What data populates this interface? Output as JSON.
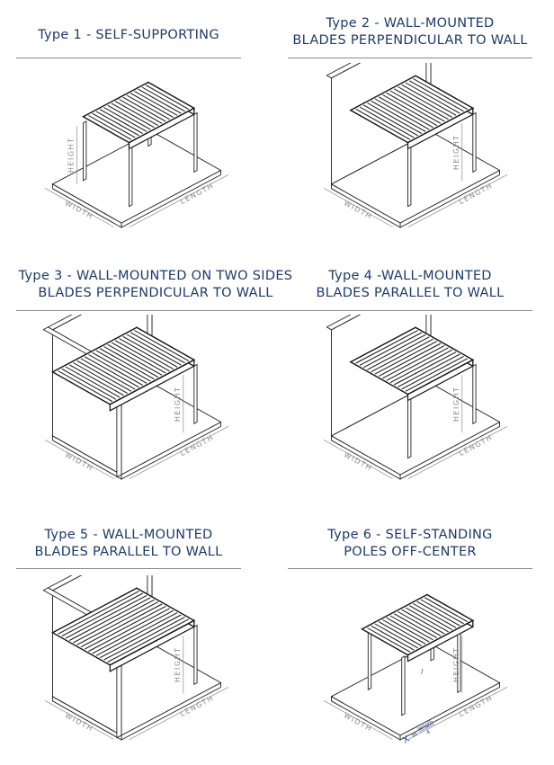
{
  "labels": {
    "height": "HEIGHT",
    "width": "WIDTH",
    "length": "LENGTH"
  },
  "panels": [
    {
      "title": [
        "Type 1 - SELF-SUPPORTING"
      ],
      "walls": "none",
      "slats": "perpendicular"
    },
    {
      "title": [
        "Type 2 - WALL-MOUNTED",
        "BLADES PERPENDICULAR TO WALL"
      ],
      "walls": "back",
      "slats": "perpendicular"
    },
    {
      "title": [
        "Type 3 - WALL-MOUNTED ON TWO SIDES",
        "BLADES PERPENDICULAR TO WALL"
      ],
      "walls": "back-left",
      "slats": "perpendicular"
    },
    {
      "title": [
        "Type 4 -WALL-MOUNTED",
        "BLADES PARALLEL TO WALL"
      ],
      "walls": "back",
      "slats": "parallel"
    },
    {
      "title": [
        "Type 5 - WALL-MOUNTED",
        "BLADES PARALLEL TO WALL"
      ],
      "walls": "back-left",
      "slats": "parallel"
    },
    {
      "title": [
        "Type 6 - SELF-STANDING",
        "POLES OFF-CENTER"
      ],
      "walls": "none",
      "slats": "perpendicular",
      "offcenter": true,
      "formula": {
        "prefix": "X =",
        "numerator": "length",
        "denominator": "4",
        "offset_label": "l"
      }
    }
  ]
}
